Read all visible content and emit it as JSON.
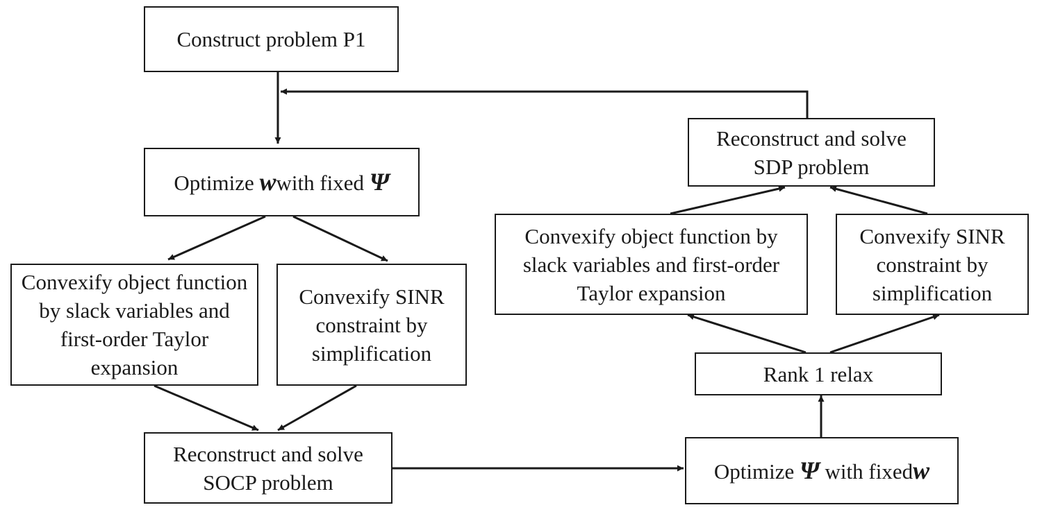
{
  "nodes": {
    "construct_p1": {
      "text": "Construct problem P1"
    },
    "optimize_w": {
      "prefix": "Optimize ",
      "var1": "w",
      "middle": "with fixed ",
      "var2": "Ψ"
    },
    "convexify_obj_left": {
      "text": "Convexify object function by slack variables and first-order Taylor expansion"
    },
    "convexify_sinr_left": {
      "text": "Convexify SINR constraint by simplification"
    },
    "reconstruct_socp": {
      "text": "Reconstruct and solve SOCP problem"
    },
    "optimize_psi": {
      "prefix": "Optimize ",
      "var1": "Ψ",
      "middle": " with fixed",
      "var2": "w"
    },
    "rank1_relax": {
      "text": "Rank 1 relax"
    },
    "convexify_obj_right": {
      "text": "Convexify object function by slack variables and first-order Taylor expansion"
    },
    "convexify_sinr_right": {
      "text": "Convexify SINR constraint by simplification"
    },
    "reconstruct_sdp": {
      "text": "Reconstruct and solve SDP problem"
    }
  },
  "colors": {
    "stroke": "#1a1a1a",
    "background": "#ffffff"
  }
}
